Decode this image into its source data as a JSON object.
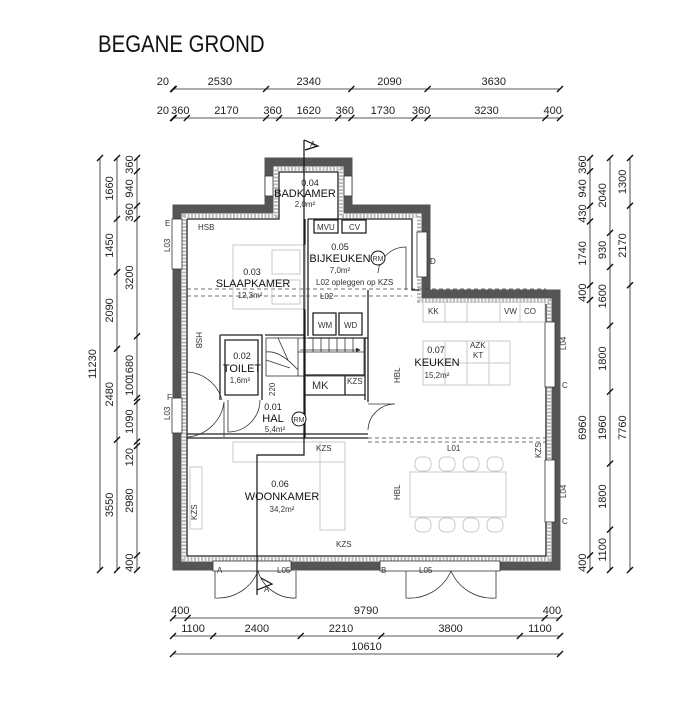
{
  "title": "BEGANE GROND",
  "rooms": {
    "badkamer": {
      "number": "0.04",
      "name": "BADKAMER",
      "area": "2,0m²"
    },
    "bijkeuken": {
      "number": "0.05",
      "name": "BIJKEUKEN",
      "area": "7,0m²"
    },
    "slaapkamer": {
      "number": "0.03",
      "name": "SLAAPKAMER",
      "area": "12,3m²"
    },
    "toilet": {
      "number": "0.02",
      "name": "TOILET",
      "area": "1,6m²"
    },
    "hal": {
      "number": "0.01",
      "name": "HAL",
      "area": "5,4m²"
    },
    "keuken": {
      "number": "0.07",
      "name": "KEUKEN",
      "area": "15,2m²"
    },
    "woonkamer": {
      "number": "0.06",
      "name": "WOONKAMER",
      "area": "34,2m²"
    }
  },
  "labels": {
    "rm": "RM",
    "mvu": "MVU",
    "cv": "CV",
    "wm": "WM",
    "wd": "WD",
    "mk": "MK",
    "kk": "KK",
    "vw": "VW",
    "co": "CO",
    "azk": "AZK",
    "kt": "KT",
    "hsb": "HSB",
    "kzs": "KZS",
    "hbl": "HBL",
    "l01": "L01",
    "l02": "L02",
    "l02_note": "L02  opleggen  op  KZS",
    "l03": "L03",
    "l04": "L04",
    "l05": "L05",
    "a": "A",
    "b": "B",
    "c": "C",
    "d": "D",
    "e": "E",
    "f": "F",
    "stair_height": "220",
    "section_a": "A"
  },
  "dimensions": {
    "top": [
      [
        20,
        2530,
        2340,
        2090,
        3630
      ],
      [
        20,
        360,
        2170,
        360,
        1620,
        360,
        1730,
        360,
        3230,
        400
      ]
    ],
    "bottom": [
      [
        400,
        9790,
        400
      ],
      [
        1100,
        2400,
        2210,
        3800,
        1100
      ],
      [
        10610
      ]
    ],
    "left": [
      [
        11230
      ],
      [
        1660,
        1450,
        2090,
        2480,
        3550
      ],
      [
        360,
        940,
        360,
        3200,
        1680,
        100,
        1090,
        120,
        2980,
        400
      ]
    ],
    "right": [
      [
        360,
        940,
        430,
        1740,
        400,
        6960,
        400
      ],
      [
        2040,
        930,
        1600,
        1800,
        1960,
        1800,
        1100
      ],
      [
        1300,
        2170,
        7760
      ]
    ]
  }
}
